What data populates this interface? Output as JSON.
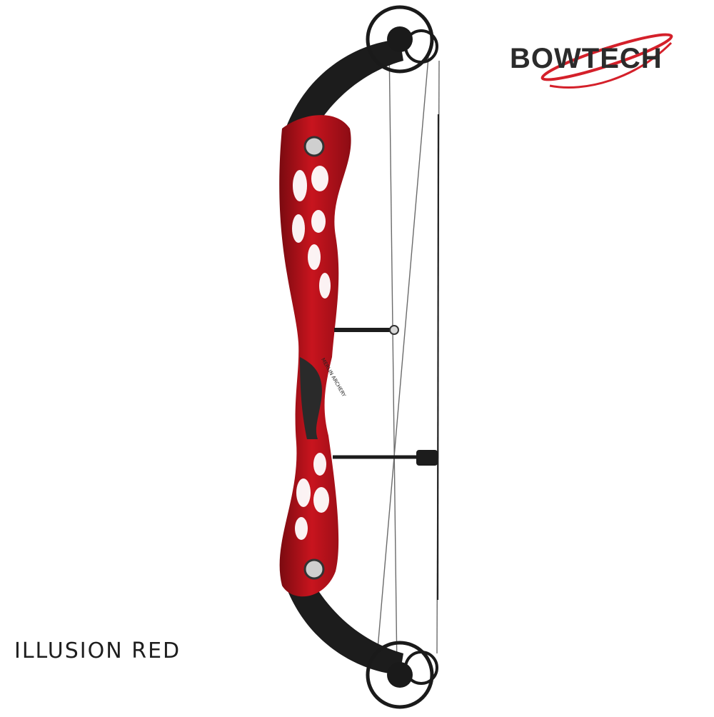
{
  "brand": {
    "logo_text": "BOWTECH",
    "logo_icon": "swoosh-ring-logo",
    "accent_color": "#d4202a"
  },
  "product": {
    "color_name": "ILLUSION RED",
    "riser_text": "MERLIN ARCHERY",
    "riser_color": "#b5121b",
    "limb_color": "#1c1c1c"
  }
}
